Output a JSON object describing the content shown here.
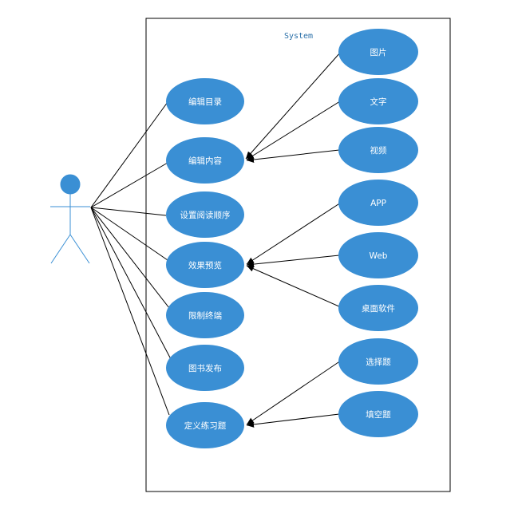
{
  "system": {
    "title": "System"
  },
  "colors": {
    "usecase_fill": "#3a8fd4",
    "usecase_text": "#ffffff",
    "actor": "#3a8fd4",
    "line": "#000000",
    "system_title": "#2a6fa8"
  },
  "use_cases": {
    "edit_catalog": "编辑目录",
    "edit_content": "编辑内容",
    "set_reading_order": "设置阅读顺序",
    "preview": "效果预览",
    "restrict_terminal": "限制终端",
    "publish_book": "图书发布",
    "define_exercise": "定义练习题",
    "image": "图片",
    "text": "文字",
    "video": "视频",
    "app": "APP",
    "web": "Web",
    "desktop_software": "桌面软件",
    "multiple_choice": "选择题",
    "fill_blank": "填空题"
  }
}
